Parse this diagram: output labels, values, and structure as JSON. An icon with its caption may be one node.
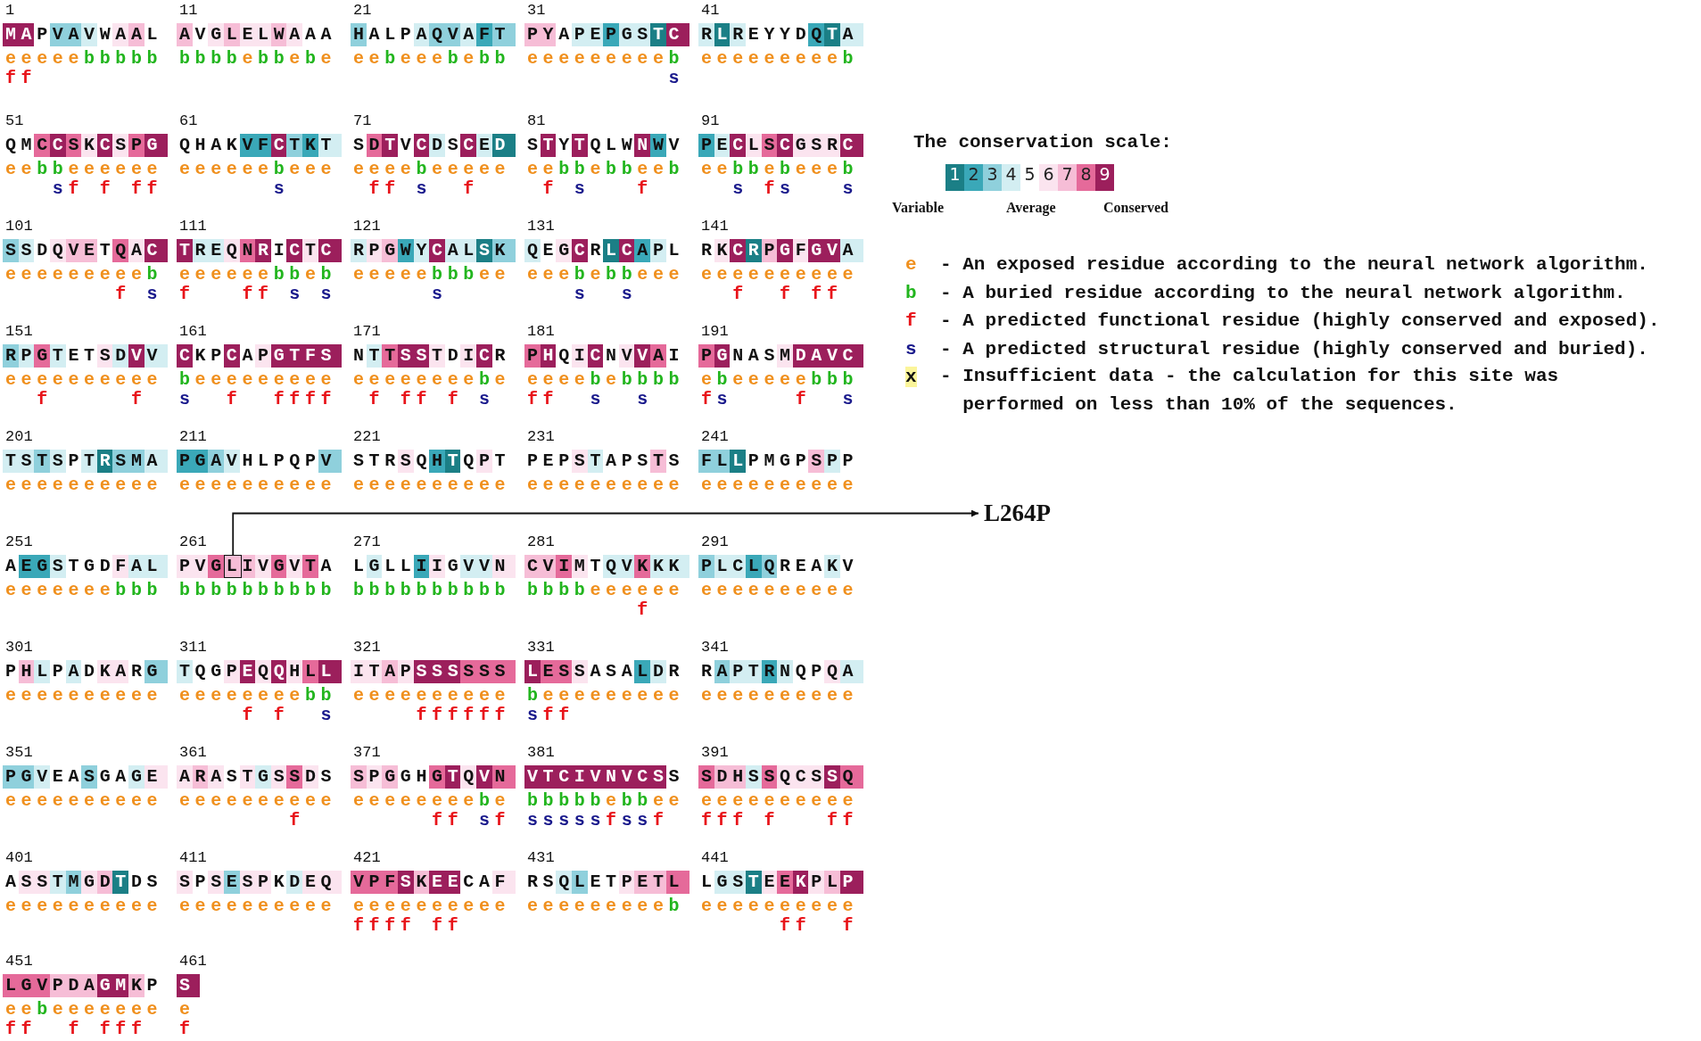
{
  "diagram": {
    "nodes": [
      {
        "text": [
          "L264P"
        ]
      },
      {
        "text": [],
        "shape": "box"
      }
    ],
    "edges": [
      {
        "from": 1,
        "to": 0,
        "arrow": "to"
      }
    ],
    "labels": [
      "1",
      "MAPVAVWAAL",
      "eeeeebbbbb",
      "ff",
      "11",
      "AVGLELWAAA",
      "bbbbebbebe",
      "21",
      "HALPAQVAFT",
      "eebeeebebb",
      "31",
      "PYAPEPGSTC",
      "eeeeeeeeeb",
      "         s",
      "41",
      "RLREYYDQTA",
      "eeeeeeeeeb",
      "51",
      "QMCCSKCSPG",
      "eebbeeeeee",
      "   sf f ff",
      "61",
      "QHAKVFCTKT",
      "eeeeeebeee",
      "      s",
      "71",
      "SDTVCDSCED",
      "eeeebeeeee",
      " ff s  f",
      "81",
      "STYTQLWNWV",
      "eebbebbeeb",
      " f s   f",
      "91",
      "PECLSCGSRC",
      "eebbebeeeb",
      "  s fs   s",
      "101",
      "SSDQVETQAC",
      "eeeeeeeeeb",
      "       f s",
      "111",
      "TREQNRICTC",
      "eeeeeebbeb",
      "f   ff s s",
      "121",
      "RPGWYCALSK",
      "eeeeebbbee",
      "     s",
      "131",
      "QEGCRLCAPL",
      "eeebebbeee",
      "   s  s",
      "141",
      "RKCRPGFGVA",
      "eeeeeeeeee",
      "  f  f ff",
      "151",
      "RPGTETSDVV",
      "eeeeeeeeee",
      "  f     f",
      "161",
      "CKPCAPGTFS",
      "beeeeeeeee",
      "s  f  ffff",
      "171",
      "NTTSSTDICR",
      "eeeeeeeebe",
      " f ff f s",
      "181",
      "PHQICNVVAI",
      "eeeebebbbb",
      "ff  s  s",
      "191",
      "PGNASMDAVC",
      "ebeeeeebbb",
      "fs    f  s",
      "201",
      "TSTSPTRSMA",
      "eeeeeeeeee",
      "211",
      "PGAVHLPQPV",
      "eeeeeeeeee",
      "221",
      "STRSQHTQPT",
      "eeeeeeeeee",
      "231",
      "PEPSTAPSTS",
      "eeeeeeeeee",
      "241",
      "FLLPMGPSPP",
      "eeeeeeeeee",
      "251",
      "AEGSTGDFAL",
      "eeeeeeebbb",
      "261",
      "PVGLIVGVTA",
      "bbbbbbbbbb",
      "271",
      "LGLLIIGVVN",
      "bbbbbbbbbb",
      "281",
      "CVIMTQVKKK",
      "bbbbeeeeee",
      "       f",
      "291",
      "PLCLQREAKV",
      "eeeeeeeeee",
      "301",
      "PHLPADKARG",
      "eeeeeeeeee",
      "311",
      "TQGPEQQHLL",
      "eeeeeeeebb",
      "    f f  s",
      "321",
      "ITAPSSSSSS",
      "eeeeeeeeee",
      "    ffffff",
      "331",
      "LESSASALDR",
      "beeeeeeeee",
      "sff",
      "341",
      "RAPTRNQPQA",
      "eeeeeeeeee",
      "351",
      "PGVEASGAGE",
      "eeeeeeeeee",
      "361",
      "ARASTGSSDS",
      "eeeeeeeeee",
      "       f",
      "371",
      "SPGGHGTQVN",
      "eeeeeeeebe",
      "     ff sf",
      "381",
      "VTCIVNVCSS",
      "bbbbbebbee",
      "sssssfssf",
      "391",
      "SDHSSQCSSQ",
      "eeeeeeeeee",
      "fff f   ff",
      "401",
      "ASSTMGDTDS",
      "eeeeeeeeee",
      "411",
      "SPSESPKDEQ",
      "eeeeeeeeee",
      "421",
      "VPFSKEECAF",
      "eeeeeeeeee",
      "ffff ff",
      "431",
      "RSQLETPETL",
      "eeeeeeeeeb",
      "441",
      "LGSTEEKPLP",
      "eeeeeeeeee",
      "     ff  f",
      "451",
      "LGVPDAGMKP",
      "eebeeeeeee",
      "ff  f fff",
      "461",
      "S",
      "e",
      "f",
      "The conservation scale:",
      "Variable",
      "Average",
      "Conserved",
      "e",
      "- An exposed residue according to the neural network algorithm.",
      "b",
      "- A buried residue according to the neural network algorithm.",
      "f",
      "- A predicted functional residue (highly conserved and exposed).",
      "s",
      "- A predicted structural residue (highly conserved and buried).",
      "x",
      "- Insufficient data - the calculation for this site was performed on less than 10% of the sequences."
    ],
    "legend": [
      {
        "text": "1",
        "color": "#1b7f86"
      },
      {
        "text": "2",
        "color": "#3aa8b8"
      },
      {
        "text": "3",
        "color": "#8fd0dc"
      },
      {
        "text": "4",
        "color": "#d3eef2"
      },
      {
        "text": "5",
        "color": "#ffffff"
      },
      {
        "text": "6",
        "color": "#fbe4ef"
      },
      {
        "text": "7",
        "color": "#f6bdd6"
      },
      {
        "text": "8",
        "color": "#e56a9a"
      },
      {
        "text": "9",
        "color": "#9c1f5c"
      }
    ]
  }
}
